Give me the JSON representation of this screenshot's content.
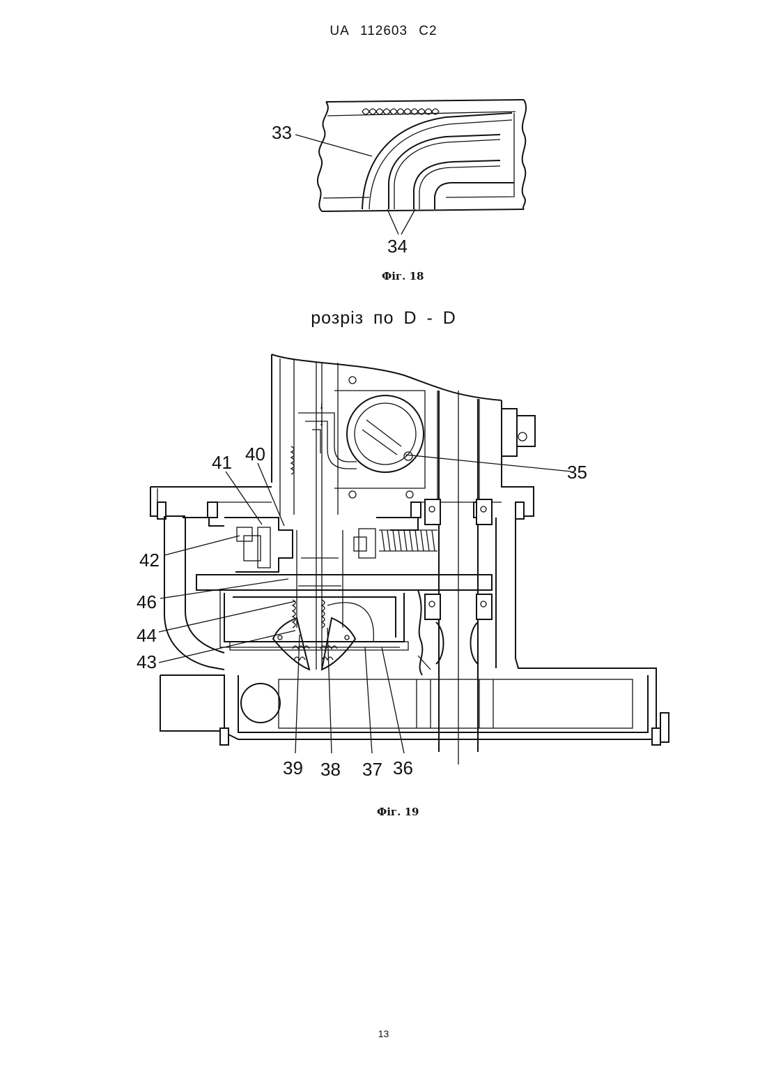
{
  "header": {
    "text": "UA   112603   C2"
  },
  "fig18": {
    "caption": "Фіг. 18",
    "labels": {
      "l33": "33",
      "l34": "34"
    }
  },
  "section_title": "розріз  по  D - D",
  "fig19": {
    "caption": "Фіг. 19",
    "labels": {
      "l35": "35",
      "l40": "40",
      "l41": "41",
      "l42": "42",
      "l46": "46",
      "l44": "44",
      "l43": "43",
      "l39": "39",
      "l38": "38",
      "l37": "37",
      "l36": "36"
    }
  },
  "page_number": "13"
}
